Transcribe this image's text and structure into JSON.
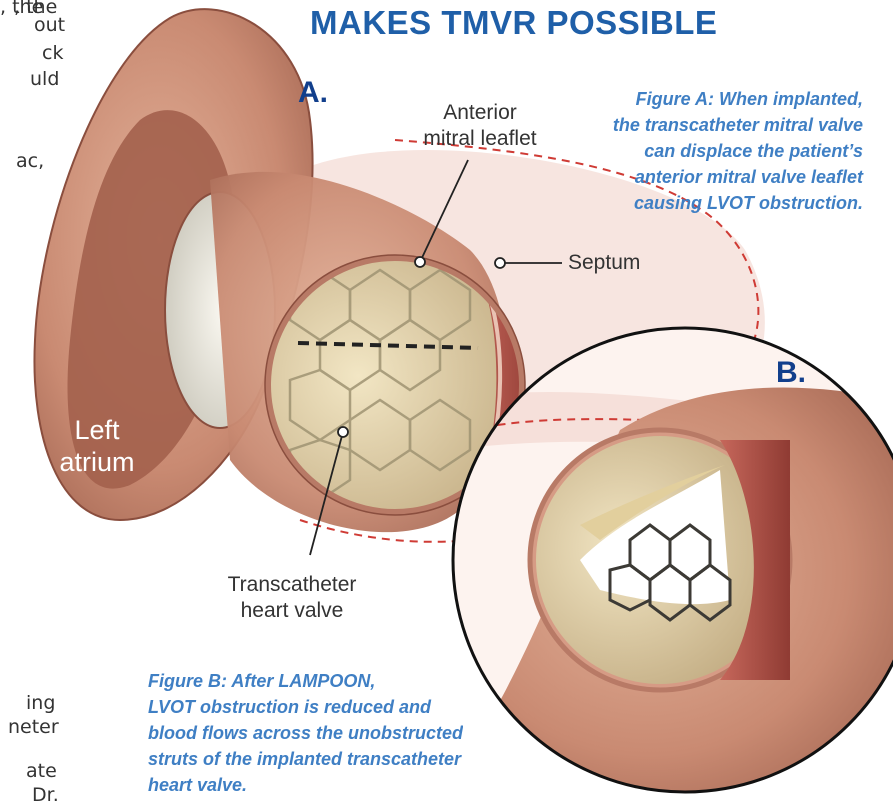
{
  "headline": "MAKES TMVR POSSIBLE",
  "panel_labels": {
    "a": "A.",
    "b": "B."
  },
  "captions": {
    "a": [
      "Figure A: When implanted,",
      "the transcatheter mitral valve",
      "can displace the patient’s",
      "anterior mitral valve leaflet",
      "causing LVOT obstruction."
    ],
    "b": [
      "Figure B: After LAMPOON,",
      "LVOT obstruction is reduced and",
      "blood flows across the unobstructed",
      "struts of the implanted transcatheter",
      "heart valve."
    ]
  },
  "labels": {
    "anterior_leaflet": [
      "Anterior",
      "mitral leaflet"
    ],
    "septum": "Septum",
    "left_atrium": [
      "Left",
      "atrium"
    ],
    "transcatheter_valve": [
      "Transcatheter",
      "heart valve"
    ]
  },
  "article_fragments": {
    "top": [
      ", the",
      "out",
      "ck",
      "uld",
      "ac,"
    ],
    "bottom": [
      "ing",
      "neter",
      "ate",
      "Dr."
    ]
  },
  "colors": {
    "headline": "#1f5fa8",
    "panel_label": "#123f8c",
    "caption": "#3f7fc4",
    "tissue": "#c98a72",
    "muscle": "#b4544a",
    "leaflet": "#e3cf9e",
    "outline_dashed": "#cf3b35"
  }
}
